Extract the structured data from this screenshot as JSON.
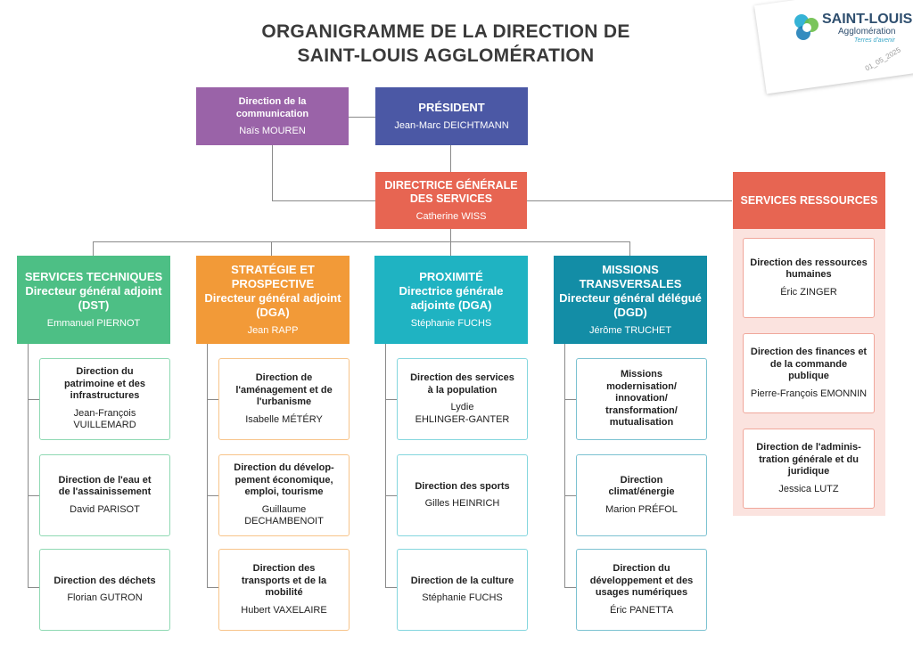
{
  "header": {
    "title_line1": "ORGANIGRAMME DE LA DIRECTION DE",
    "title_line2": "SAINT-LOUIS AGGLOMÉRATION"
  },
  "logo": {
    "icon": "saint-louis-logo-mark",
    "name": "SAINT-LOUIS",
    "subtitle": "Agglomération",
    "tagline": "Terres d'avenir",
    "date": "01_05_2025"
  },
  "colors": {
    "communication": "#9a63a8",
    "president": "#4b58a5",
    "dgs": "#e76552",
    "techniques": "#4dbf85",
    "strategie": "#f29a38",
    "proximite": "#1fb3c2",
    "missions": "#138da6",
    "ressources": "#e76552",
    "ressources_bg": "#fbe3df"
  },
  "communication": {
    "title": "Direction de la communication",
    "name": "Naïs MOUREN"
  },
  "president": {
    "title": "PRÉSIDENT",
    "name": "Jean-Marc DEICHTMANN"
  },
  "dgs": {
    "title": "DIRECTRICE GÉNÉRALE DES SERVICES",
    "name": "Catherine WISS"
  },
  "ressources": {
    "title": "SERVICES RESSOURCES",
    "items": [
      {
        "title": "Direction des ressources humaines",
        "name": "Éric ZINGER"
      },
      {
        "title": "Direction des finances et de la commande publique",
        "name": "Pierre-François EMONNIN"
      },
      {
        "title": "Direction de l'adminis-tration générale et du juridique",
        "name": "Jessica LUTZ"
      }
    ]
  },
  "columns": [
    {
      "title": "SERVICES TECHNIQUES",
      "role": "Directeur général adjoint (DST)",
      "name": "Emmanuel PIERNOT",
      "items": [
        {
          "title": "Direction du\npatrimoine et des\ninfrastructures",
          "name": "Jean-François\nVUILLEMARD"
        },
        {
          "title": "Direction de l'eau et\nde l'assainissement",
          "name": "David  PARISOT"
        },
        {
          "title": "Direction des déchets",
          "name": "Florian GUTRON"
        }
      ]
    },
    {
      "title": "STRATÉGIE ET PROSPECTIVE",
      "role": "Directeur général adjoint (DGA)",
      "name": "Jean RAPP",
      "items": [
        {
          "title": "Direction de\nl'aménagement et de\nl'urbanisme",
          "name": "Isabelle MÉTÉRY"
        },
        {
          "title": "Direction du dévelop-\npement économique,\nemploi, tourisme",
          "name": "Guillaume\nDECHAMBENOIT"
        },
        {
          "title": "Direction des\ntransports et de la\nmobilité",
          "name": "Hubert VAXELAIRE"
        }
      ]
    },
    {
      "title": "PROXIMITÉ",
      "role": "Directrice générale adjointe (DGA)",
      "name": "Stéphanie FUCHS",
      "items": [
        {
          "title": "Direction des services\nà la population",
          "name": "Lydie\nEHLINGER-GANTER"
        },
        {
          "title": "Direction des sports",
          "name": "Gilles HEINRICH"
        },
        {
          "title": "Direction de la culture",
          "name": "Stéphanie FUCHS"
        }
      ]
    },
    {
      "title": "MISSIONS TRANSVERSALES",
      "role": "Directeur général délégué (DGD)",
      "name": "Jérôme TRUCHET",
      "items": [
        {
          "title": "Missions\nmodernisation/\ninnovation/\ntransformation/\nmutualisation",
          "name": ""
        },
        {
          "title": "Direction\nclimat/énergie",
          "name": "Marion PRÉFOL"
        },
        {
          "title": "Direction du\ndéveloppement et des\nusages numériques",
          "name": "Éric PANETTA"
        }
      ]
    }
  ]
}
